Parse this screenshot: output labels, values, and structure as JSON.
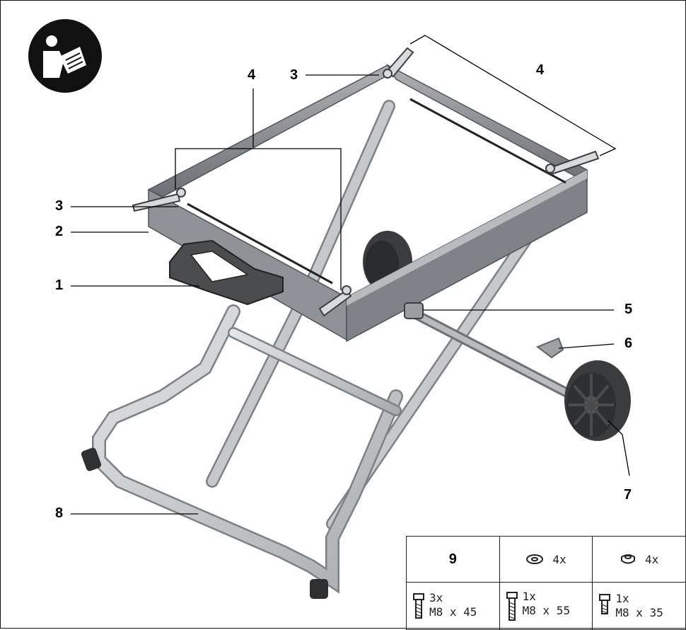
{
  "callouts": {
    "n1": "1",
    "n2": "2",
    "n3a": "3",
    "n3b": "3",
    "n4a": "4",
    "n4b": "4",
    "n5": "5",
    "n6": "6",
    "n7": "7",
    "n8": "8"
  },
  "icons": {
    "manual": "read-manual-icon",
    "washer": "washer-icon",
    "nut": "nut-icon",
    "bolt": "bolt-icon"
  },
  "parts_table": {
    "header_label": "9",
    "washer_qty": "4x",
    "nut_qty": "4x",
    "bolt1_qty": "3x",
    "bolt1_size": "M8 x 45",
    "bolt2_qty": "1x",
    "bolt2_size": "M8 x 55",
    "bolt3_qty": "1x",
    "bolt3_size": "M8 x 35"
  },
  "colors": {
    "frame": "#8f9397",
    "frame_dark": "#5e6266",
    "tube": "#c9ccce",
    "tube_edge": "#7d8185",
    "wheel": "#3a3c3e",
    "black": "#111111"
  }
}
